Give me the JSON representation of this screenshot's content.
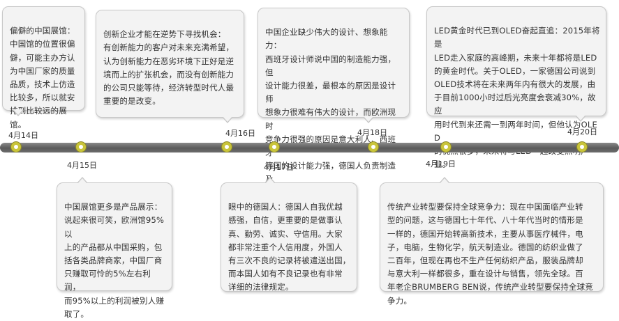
{
  "colors": {
    "timeline": "#6e6e6e",
    "node_ring": "#c9c43a",
    "card_bg": "#f3f3f3",
    "card_border": "#c8c8c8"
  },
  "events": [
    {
      "date": "4月14日",
      "text": "偏僻的中国展馆：\n中国馆的位置很偏\n僻，可能主办方认\n为中国厂家的质量\n品质，技术上仿造\n比较多，所以就安\n排到比较远的展馆。"
    },
    {
      "date": "4月15日",
      "text": "中国展馆更多是产品展示：\n说起来很可笑，欧洲馆95%以\n上的产品都从中国采购，包\n括各类品牌商家，中国厂商\n只赚取可怜的5%左右利润，\n而95%以上的利润被别人赚\n取了。"
    },
    {
      "date": "4月16日",
      "text": "创新企业才能在逆势下寻找机会：\n有创新能力的客户对未来充满希望，\n认为创新能力在恶劣环境下正好是逆\n境而上的扩张机会，而没有创新能力\n的公司只能等待，经济转型时代人最\n重要的是改变。"
    },
    {
      "date": "4月17日",
      "text": "眼中的德国人：德国人自我优越\n感强，自信，更重要的是做事认\n真、勤劳、诚实、守信用。大家\n都非常注重个人信用度，外国人\n有三次不良的记录将被遣送出国，\n而本国人如有不良记录也有非常\n详细的法律规定。"
    },
    {
      "date": "4月18日",
      "text": "中国企业缺少伟大的设计、想象能力：\n西班牙设计师说中国的制造能力强，但\n设计能力很差，最根本的原因是设计师\n想象力很难有伟大的设计，而欧洲现时\n竞争力很强的原因是意大利人、西班牙\n等国的设计能力强，德国人负责制造及\n质量管理的监控。"
    },
    {
      "date": "4月19日",
      "text": "传统产业转型要保持全球竞争力：现在中国面临产业转\n型的问题，这与德国七十年代、八十年代当时的情形是\n一样的，德国开始转高新技术，主要从事医疗械件，电\n子，电脑，生物化学，航天制造业。德国的纺织业做了\n二百年，但现在再也不生产任何纺织产品，服装品牌却\n与意大利一样都很多，重在设计与销售，领先全球。百\n年老企BRUMBERG BEN说，传统产业转型要保持全球竞争力。"
    },
    {
      "date": "4月20日",
      "text": "LED黄金时代已到OLED奋起直追：2015年将是\nLED走入家庭的高峰期，未来十年都将是LED\n的黄金时代。关于OLED，一家德国公司说到\nOLED技术将在未来两年内有很大的发展，由\n于目前1000小时过后光亮度会衰减30%，故应\n用时代到来还需一到两年时间，但他认为OLED\n的优点很多，未来将与LED一起改变照明产业。"
    }
  ]
}
